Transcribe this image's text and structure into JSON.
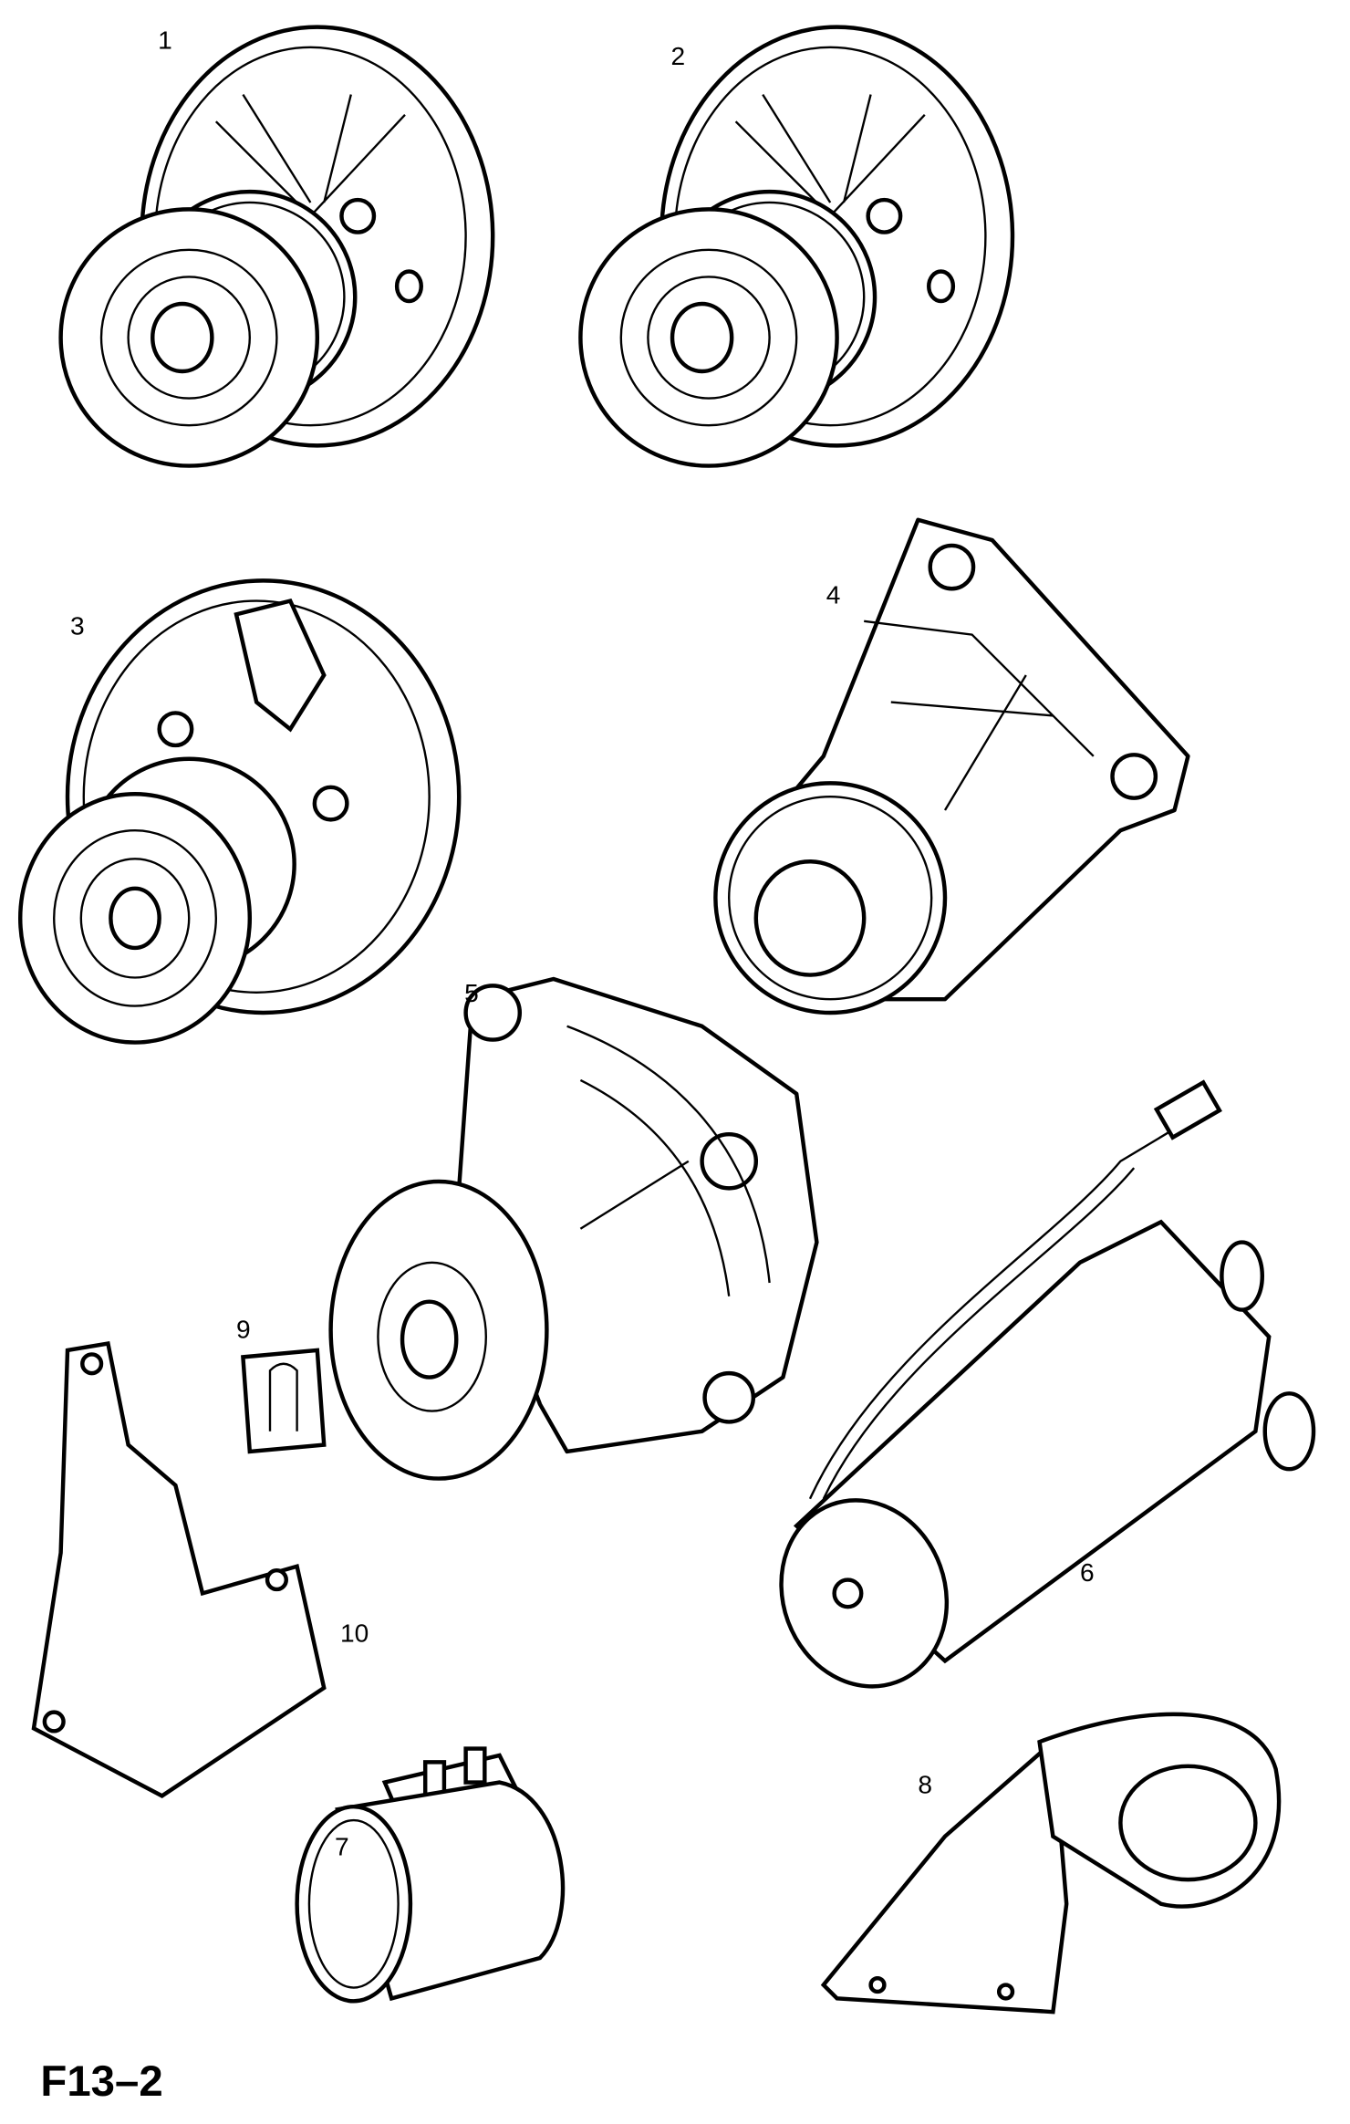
{
  "figure_id": "F13–2",
  "callouts": [
    {
      "number": "1",
      "part": "water-pump-pulley-a"
    },
    {
      "number": "2",
      "part": "water-pump-pulley-b"
    },
    {
      "number": "3",
      "part": "water-pump-pulley-c"
    },
    {
      "number": "4",
      "part": "water-pump-housing"
    },
    {
      "number": "5",
      "part": "water-pump-flanged"
    },
    {
      "number": "6",
      "part": "electric-pump-motor"
    },
    {
      "number": "7",
      "part": "sleeve-with-studs"
    },
    {
      "number": "8",
      "part": "mounting-bracket"
    },
    {
      "number": "9",
      "part": "clip"
    },
    {
      "number": "10",
      "part": "bracket-plate"
    }
  ]
}
